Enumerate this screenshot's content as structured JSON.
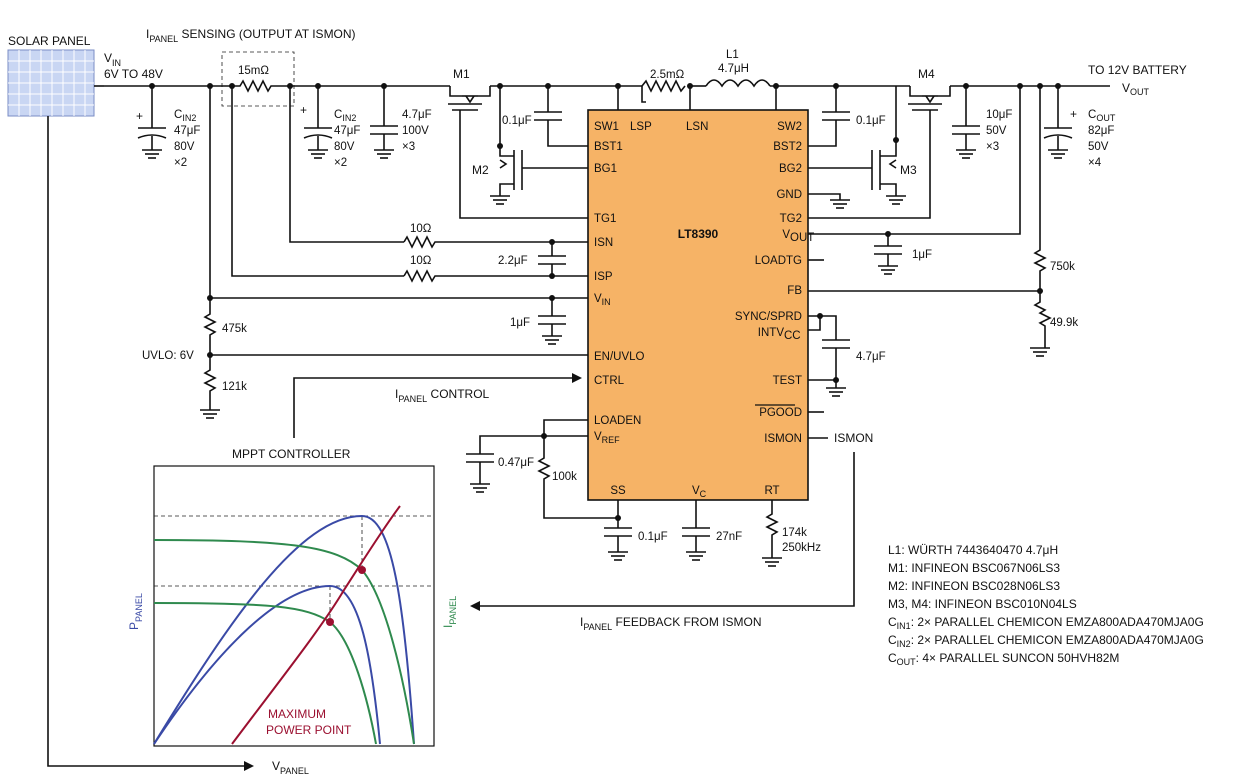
{
  "solar_panel": {
    "label": "SOLAR PANEL"
  },
  "vin": {
    "name": "V",
    "sub": "IN",
    "range": "6V TO 48V"
  },
  "sensing": {
    "main": "I",
    "sub": "PANEL",
    "rest": " SENSING (OUTPUT AT ISMON)",
    "resistor": "15mΩ"
  },
  "cin1": {
    "c": "C",
    "sub": "IN2",
    "value": "47μF",
    "voltage": "80V",
    "count": "×2"
  },
  "cin2": {
    "c": "C",
    "sub": "IN2",
    "value": "47μF",
    "voltage": "80V",
    "count": "×2"
  },
  "cap_47": {
    "value": "4.7μF",
    "voltage": "100V",
    "count": "×3"
  },
  "m1": "M1",
  "m2": "M2",
  "m3": "M3",
  "m4": "M4",
  "cap_01_left": "0.1μF",
  "cap_01_right": "0.1μF",
  "sense_res": "2.5mΩ",
  "l1": {
    "name": "L1",
    "value": "4.7μH"
  },
  "cap_10": {
    "value": "10μF",
    "voltage": "50V",
    "count": "×3"
  },
  "cout": {
    "c": "C",
    "sub": "OUT",
    "value": "82μF",
    "voltage": "50V",
    "count": "×4"
  },
  "battery": {
    "label": "TO 12V BATTERY",
    "v": "V",
    "sub": "OUT"
  },
  "chip": {
    "name": "LT8390",
    "left_pins": [
      "SW1",
      "BST1",
      "BG1",
      "TG1",
      "ISN",
      "ISP",
      "V",
      "EN/UVLO",
      "CTRL",
      "LOADEN",
      "V"
    ],
    "vin_sub": "IN",
    "vref_sub": "REF",
    "top_pins": [
      "LSP",
      "LSN"
    ],
    "right_pins": [
      "SW2",
      "BST2",
      "BG2",
      "GND",
      "TG2",
      "V",
      "LOADTG",
      "FB",
      "SYNC/SPRD",
      "INTV",
      "TEST",
      "PGOOD",
      "ISMON"
    ],
    "vout_sub": "OUT",
    "intv_sub": "CC",
    "bottom_pins": [
      "SS",
      "V",
      "RT"
    ],
    "vc_sub": "C"
  },
  "r10a": "10Ω",
  "r10b": "10Ω",
  "cap_22": "2.2μF",
  "cap_1u_left": "1μF",
  "r475": "475k",
  "r121": "121k",
  "uvlo": "UVLO: 6V",
  "panel_control": {
    "main": "I",
    "sub": "PANEL",
    "rest": " CONTROL"
  },
  "mppt": "MPPT CONTROLLER",
  "cap_047": "0.47μF",
  "r100k": "100k",
  "cap_01_ss": "0.1μF",
  "cap_27n": "27nF",
  "rt": {
    "r": "174k",
    "f": "250kHz"
  },
  "cap_1u_right": "1μF",
  "r750": "750k",
  "r499": "49.9k",
  "cap_47_right": "4.7μF",
  "ismon_label": "ISMON",
  "feedback": {
    "main": "I",
    "sub": "PANEL",
    "rest": " FEEDBACK FROM ISMON"
  },
  "bom": [
    {
      "pre": "L1: WÜRTH 7443640470 4.7μH",
      "sub": "",
      "post": ""
    },
    {
      "pre": "M1: INFINEON BSC067N06LS3",
      "sub": "",
      "post": ""
    },
    {
      "pre": "M2: INFINEON BSC028N06LS3",
      "sub": "",
      "post": ""
    },
    {
      "pre": "M3, M4: INFINEON BSC010N04LS",
      "sub": "",
      "post": ""
    },
    {
      "pre": "C",
      "sub": "IN1",
      "post": ": 2× PARALLEL CHEMICON EMZA800ADA470MJA0G"
    },
    {
      "pre": "C",
      "sub": "IN2",
      "post": ": 2× PARALLEL CHEMICON EMZA800ADA470MJA0G"
    },
    {
      "pre": "C",
      "sub": "OUT",
      "post": ": 4× PARALLEL SUNCON 50HVH82M"
    }
  ],
  "graph": {
    "p_axis": {
      "main": "P",
      "sub": "PANEL"
    },
    "i_axis": {
      "main": "I",
      "sub": "PANEL"
    },
    "v_axis": {
      "main": "V",
      "sub": "PANEL"
    },
    "mpp": [
      "MAXIMUM",
      "POWER POINT"
    ],
    "colors": {
      "power": "#3a4aa6",
      "current": "#2f8a4e",
      "mpp": "#9b1030"
    }
  }
}
